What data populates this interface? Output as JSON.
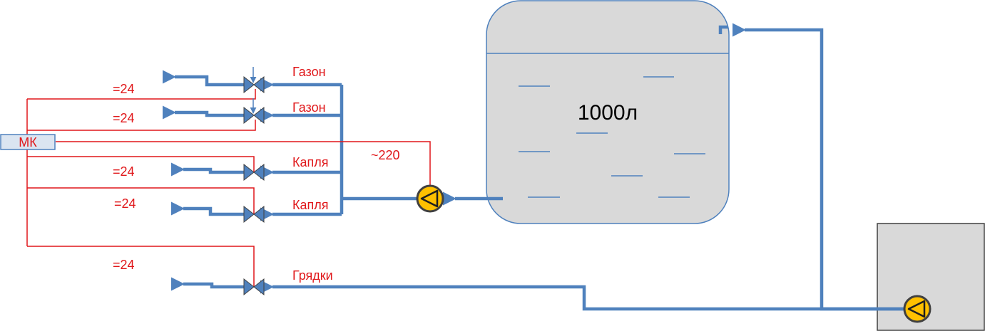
{
  "controller": {
    "label": "МК"
  },
  "tank": {
    "volume_label": "1000л"
  },
  "power_label": "~220",
  "valves": [
    {
      "zone_label": "Газон",
      "voltage_label": "=24"
    },
    {
      "zone_label": "Газон",
      "voltage_label": "=24"
    },
    {
      "zone_label": "Капля",
      "voltage_label": "=24"
    },
    {
      "zone_label": "Капля",
      "voltage_label": "=24"
    },
    {
      "zone_label": "Грядки",
      "voltage_label": "=24"
    }
  ],
  "colors": {
    "pipe": "#4f81bd",
    "wire": "#e0171a",
    "tank_fill": "#d9d9d9",
    "tank_stroke": "#4f81bd",
    "pump_fill": "#ffc000",
    "pump_stroke": "#404040"
  },
  "icons": {
    "valve": "solenoid-valve-icon",
    "pump": "pump-icon",
    "flow": "flow-arrow-icon"
  }
}
